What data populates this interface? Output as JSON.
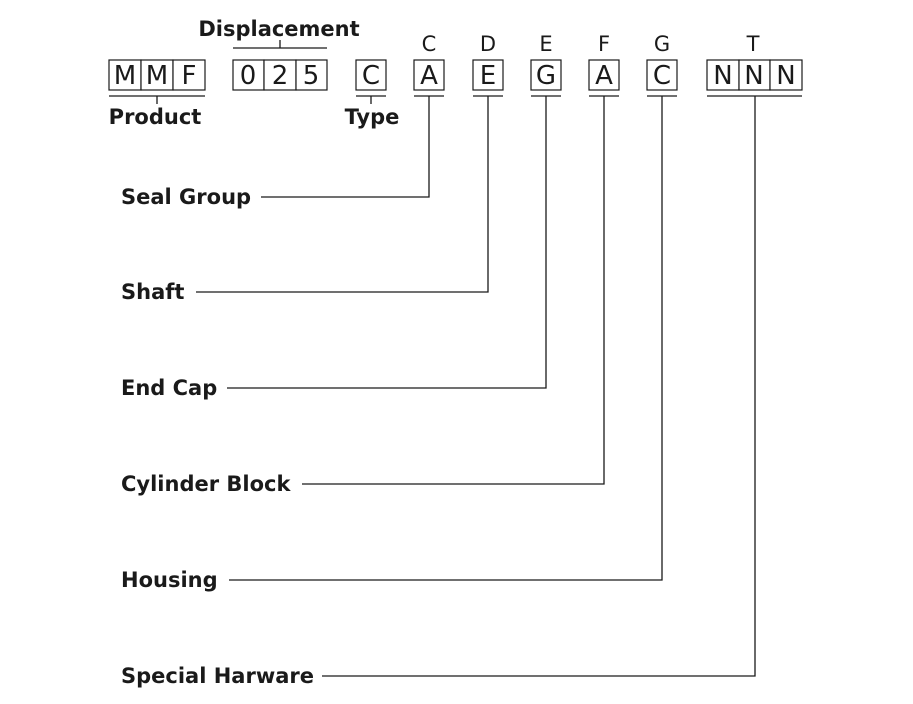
{
  "diagram": {
    "product": {
      "label": "Product",
      "chars": [
        "M",
        "M",
        "F"
      ]
    },
    "displacement": {
      "label": "Displacement",
      "chars": [
        "0",
        "2",
        "5"
      ]
    },
    "type": {
      "label": "Type",
      "char": "C"
    },
    "positions": [
      {
        "letter": "C",
        "code": [
          "A"
        ],
        "label": "Seal Group"
      },
      {
        "letter": "D",
        "code": [
          "E"
        ],
        "label": "Shaft"
      },
      {
        "letter": "E",
        "code": [
          "G"
        ],
        "label": "End Cap"
      },
      {
        "letter": "F",
        "code": [
          "A"
        ],
        "label": "Cylinder Block"
      },
      {
        "letter": "G",
        "code": [
          "C"
        ],
        "label": "Housing"
      },
      {
        "letter": "T",
        "code": [
          "N",
          "N",
          "N"
        ],
        "label": "Special Harware"
      }
    ]
  }
}
